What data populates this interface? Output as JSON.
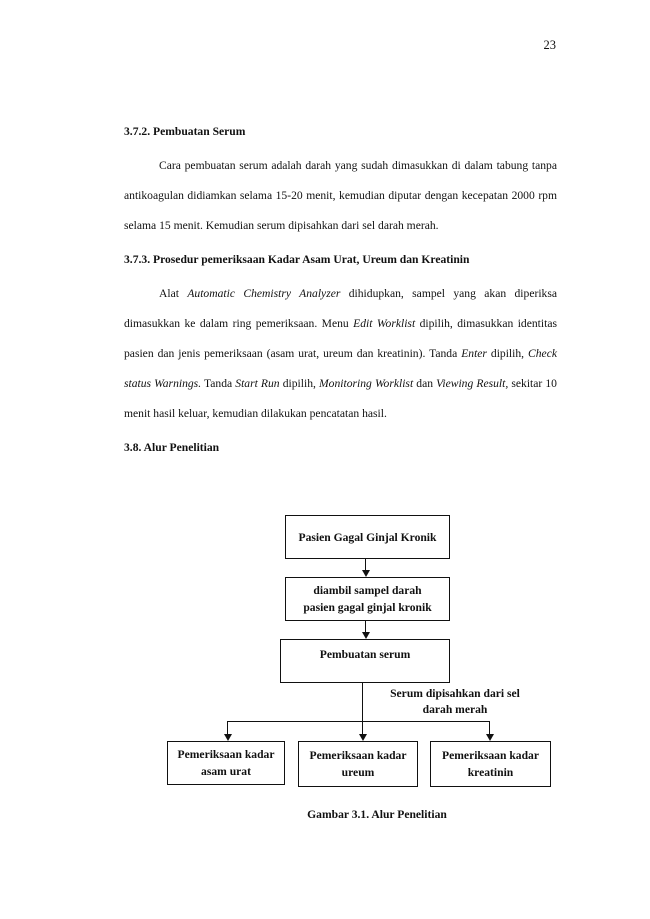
{
  "page_number": "23",
  "section_372": {
    "heading": "3.7.2. Pembuatan Serum",
    "paragraph": "Cara pembuatan serum adalah darah yang sudah dimasukkan di dalam tabung tanpa antikoagulan didiamkan selama 15-20 menit, kemudian diputar dengan kecepatan 2000 rpm selama 15 menit. Kemudian serum dipisahkan dari sel darah merah."
  },
  "section_373": {
    "heading": "3.7.3. Prosedur pemeriksaan Kadar Asam Urat, Ureum dan Kreatinin",
    "p1": "Alat ",
    "e1": "Automatic Chemistry Analyzer",
    "p2": " dihidupkan, sampel yang akan diperiksa dimasukkan ke dalam ring pemeriksaan. Menu ",
    "e2": "Edit Worklist",
    "p3": " dipilih, dimasukkan identitas pasien dan jenis pemeriksaan (asam urat, ureum dan kreatinin). Tanda ",
    "e3": "Enter",
    "p4": " dipilih, ",
    "e4": "Check status Warnings.",
    "p5": " Tanda ",
    "e5": "Start Run",
    "p6": " dipilih, ",
    "e6": "Monitoring Worklist",
    "p7": " dan ",
    "e7": "Viewing Result,",
    "p8": " sekitar 10 menit hasil keluar, kemudian dilakukan pencatatan hasil."
  },
  "section_38": {
    "heading": "3.8. Alur Penelitian"
  },
  "flowchart": {
    "box1": "Pasien Gagal Ginjal Kronik",
    "box2_line1": "diambil sampel darah",
    "box2_line2": "pasien gagal ginjal kronik",
    "box3": "Pembuatan serum",
    "split_line1": "Serum dipisahkan dari sel",
    "split_line2": "darah merah",
    "box4_line1": "Pemeriksaan kadar",
    "box4_line2": "asam urat",
    "box5_line1": "Pemeriksaan kadar",
    "box5_line2": "ureum",
    "box6_line1": "Pemeriksaan kadar",
    "box6_line2": "kreatinin"
  },
  "caption": "Gambar 3.1. Alur Penelitian"
}
